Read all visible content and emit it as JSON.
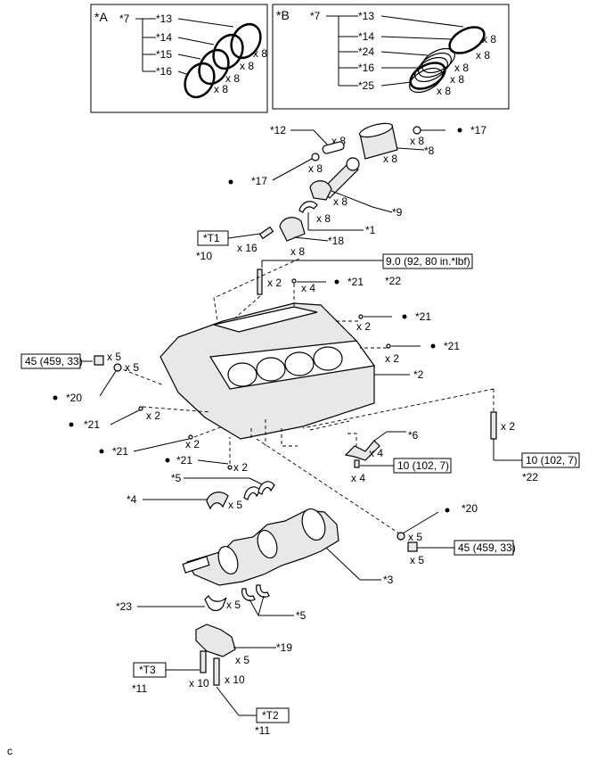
{
  "insets": {
    "a": {
      "title": "*A",
      "group": "*7",
      "items": [
        "*13",
        "*14",
        "*15",
        "*16"
      ],
      "qty": [
        "x 8",
        "x 8",
        "x 8",
        "x 8"
      ]
    },
    "b": {
      "title": "*B",
      "group": "*7",
      "items": [
        "*13",
        "*14",
        "*24",
        "*16",
        "*25"
      ],
      "qty": [
        "x 8",
        "x 8",
        "x 8",
        "x 8",
        "x 8"
      ]
    }
  },
  "callouts": {
    "c12": "*12",
    "c17a": "*17",
    "c17b": "*17",
    "c8": "*8",
    "c9": "*9",
    "c1": "*1",
    "c18": "*18",
    "c10": "*10",
    "c22a": "*22",
    "c22b": "*22",
    "c21a": "*21",
    "c21b": "*21",
    "c21c": "*21",
    "c21d": "*21",
    "c21e": "*21",
    "c21f": "*21",
    "c2": "*2",
    "c20a": "*20",
    "c20b": "*20",
    "c6": "*6",
    "c5a": "*5",
    "c5b": "*5",
    "c4": "*4",
    "c3": "*3",
    "c23": "*23",
    "c19": "*19",
    "c11a": "*11",
    "c11b": "*11"
  },
  "tools": {
    "t1": "*T1",
    "t2": "*T2",
    "t3": "*T3"
  },
  "torques": {
    "tq1": "9.0 (92, 80 in.*lbf)",
    "tq2": "45 (459, 33)",
    "tq3": "10 (102, 7)",
    "tq4": "10 (102, 7)",
    "tq5": "45 (459, 33)"
  },
  "quantities": {
    "q12": "x 8",
    "q8a": "x 8",
    "q8b": "x 8",
    "q17": "x 8",
    "q9": "x 8",
    "q1": "x 8",
    "q16": "x 16",
    "q18": "x 8",
    "q22a": "x 2",
    "q21a": "x 4",
    "q21b": "x 2",
    "q21c": "x 2",
    "q45a": "x 5",
    "q20a": "x 5",
    "q21d": "x 2",
    "q21e": "x 2",
    "q21f": "x 2",
    "q22b": "x 2",
    "q6": "x 4",
    "q6b": "x 4",
    "q4": "x 5",
    "q20b": "x 5",
    "q45b": "x 5",
    "q23": "x 5",
    "q19": "x 5",
    "q11a": "x 10",
    "q11b": "x 10"
  },
  "footer": {
    "code": "c"
  }
}
